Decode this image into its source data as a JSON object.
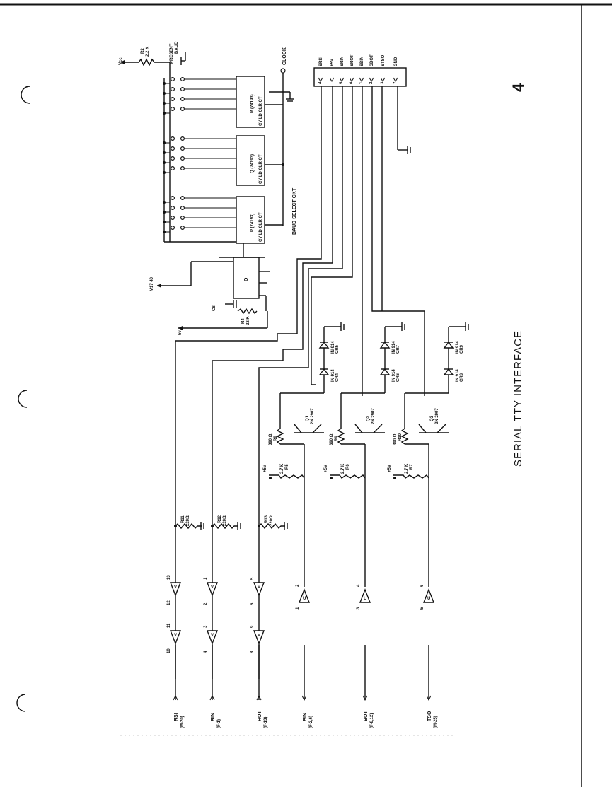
{
  "page_number": "4",
  "title": "SERIAL TTY INTERFACE",
  "subtitle": "BAUD SELECT CKT",
  "top_labels": {
    "vcc": "Vcc",
    "r2": "R2",
    "r2_value": "2.2 K",
    "present": "PRESENT",
    "baud": "BAUD",
    "clock": "CLOCK",
    "m1740": "M17 40",
    "v5": "5v",
    "c8": "C8",
    "r4": "R4",
    "r4_value": "22 K",
    "o_chip": "O"
  },
  "counters": [
    {
      "name": "R (74193)"
    },
    {
      "name": "Q (74193)"
    },
    {
      "name": "P (74193)"
    }
  ],
  "connector": [
    {
      "name": "SRSI",
      "pin": "4"
    },
    {
      "name": "+5V",
      "pin": ""
    },
    {
      "name": "SRIN",
      "pin": "5"
    },
    {
      "name": "SROT",
      "pin": "6"
    },
    {
      "name": "SBIN",
      "pin": "1"
    },
    {
      "name": "SBOT",
      "pin": "2"
    },
    {
      "name": "STSO",
      "pin": "3"
    },
    {
      "name": "GND",
      "pin": "7"
    }
  ],
  "input_resistors": [
    {
      "name": "R11",
      "value": "220Ω"
    },
    {
      "name": "R12",
      "value": "220Ω"
    },
    {
      "name": "R13",
      "value": "220Ω"
    }
  ],
  "transistors": [
    {
      "name": "Q1",
      "part": "2N 2907",
      "rb": "R8",
      "rb_value": "390 Ω",
      "rp": "R5",
      "rp_value": "2.7 K",
      "supply": "+5V",
      "d_top": "CR5",
      "d_bot": "CR4",
      "diode": "IN 914"
    },
    {
      "name": "Q2",
      "part": "2N 2907",
      "rb": "R9",
      "rb_value": "390 Ω",
      "rp": "R6",
      "rp_value": "2.7 K",
      "supply": "+5V",
      "d_top": "CR7",
      "d_bot": "CR6",
      "diode": "IN 914"
    },
    {
      "name": "Q3",
      "part": "2N 2907",
      "rb": "R10",
      "rb_value": "390 Ω",
      "rp": "R7",
      "rp_value": "2.7 K",
      "supply": "+5V",
      "d_top": "CR9",
      "d_bot": "CR8",
      "diode": "IN 914"
    }
  ],
  "signals": [
    {
      "name": "RSI",
      "ref": "(M-20)"
    },
    {
      "name": "RIN",
      "ref": "(F-1)"
    },
    {
      "name": "ROT",
      "ref": "(F-13)"
    },
    {
      "name": "BIN",
      "ref": "(F-2,6)"
    },
    {
      "name": "BOT",
      "ref": "(F-8,12)"
    },
    {
      "name": "TSO",
      "ref": "(M-25)"
    }
  ],
  "gate_pins": {
    "rsi": [
      "13",
      "12",
      "11",
      "10"
    ],
    "rin": [
      "1",
      "2",
      "3",
      "4"
    ],
    "rot": [
      "5",
      "6",
      "9",
      "8"
    ],
    "bin": [
      "2",
      "1"
    ],
    "bot": [
      "4",
      "3"
    ],
    "tso": [
      "6",
      "5"
    ]
  },
  "gate_labels": {
    "inverter": "V",
    "buffer": "U"
  }
}
